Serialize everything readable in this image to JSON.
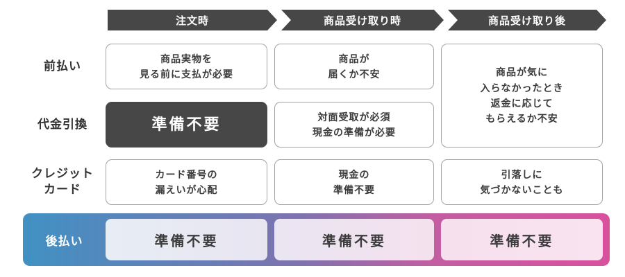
{
  "timeline": {
    "phase1": "注文時",
    "phase2": "商品受け取り時",
    "phase3": "商品受け取り後"
  },
  "rows": {
    "maebarai": {
      "label": "前払い",
      "order_time": "商品実物を\n見る前に支払が必要",
      "receipt_time": "商品が\n届くか不安",
      "after_receipt": "商品が気に\n入らなかったとき\n返金に応じて\nもらえるか不安"
    },
    "daikin_hikikae": {
      "label": "代金引換",
      "order_time": "準備不要",
      "receipt_time": "対面受取が必須\n現金の準備が必要"
    },
    "credit_card": {
      "label": "クレジット\nカード",
      "order_time": "カード番号の\n漏えいが心配",
      "receipt_time": "現金の\n準備不要",
      "after_receipt": "引落しに\n気づかないことも"
    },
    "atobarai": {
      "label": "後払い",
      "order_time": "準備不要",
      "receipt_time": "準備不要",
      "after_receipt": "準備不要"
    }
  },
  "colors": {
    "header_dark": "#474747",
    "dark_cell_bg": "#474747",
    "outline_border": "#a3a3a3",
    "text": "#3a3a3a",
    "band_blue": "#4191c3",
    "band_purple": "#7e73af",
    "band_pink": "#d8519d",
    "band_box_light_blue": "#e7edf5",
    "band_box_light_purple": "#eae5f2",
    "band_box_light_pink": "#f9e3f1"
  }
}
